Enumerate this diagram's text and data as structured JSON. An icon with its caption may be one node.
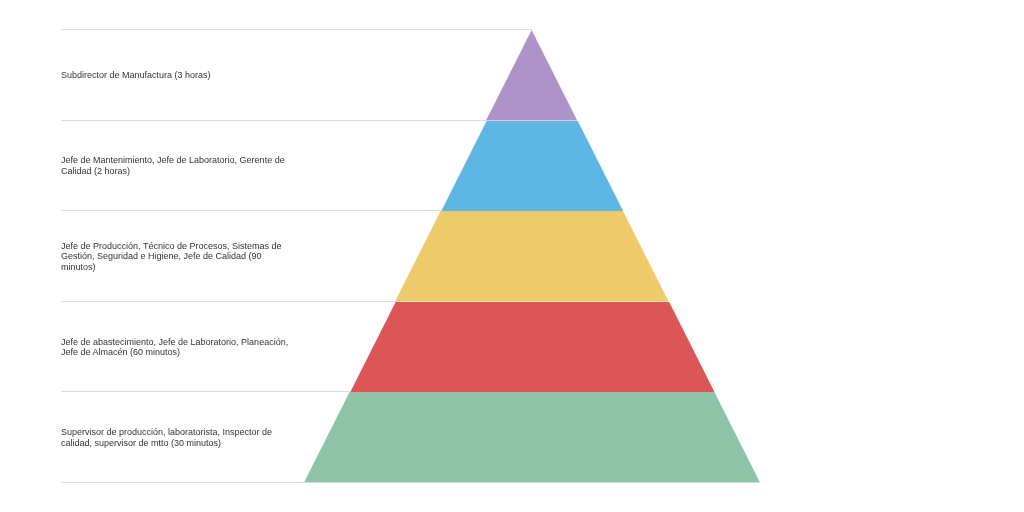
{
  "diagram": {
    "nodes": [
      {
        "text": [],
        "shape": "triangle"
      },
      {
        "text": [],
        "shape": "trapezoid"
      },
      {
        "text": [],
        "shape": "trapezoid"
      },
      {
        "text": [],
        "shape": "trapezoid"
      },
      {
        "text": [],
        "shape": "trapezoid"
      }
    ],
    "labels": [
      "Subdirector de Manufactura (3 horas)",
      "Jefe de Mantenimiento, Jefe de Laboratorio, Gerente de Calidad (2 horas)",
      "Jefe de Producción, Técnico de Procesos, Sistemas de Gestión, Seguridad e Higiene, Jefe de Calidad (90 minutos)",
      "Jefe de abastecimiento, Jefe de Laboratorio, Planeación, Jefe de Almacén (60 minutos)",
      "Supervisor de producción, laboratorista, Inspector de calidad, supervisor de mtto (30 minutos)"
    ]
  }
}
